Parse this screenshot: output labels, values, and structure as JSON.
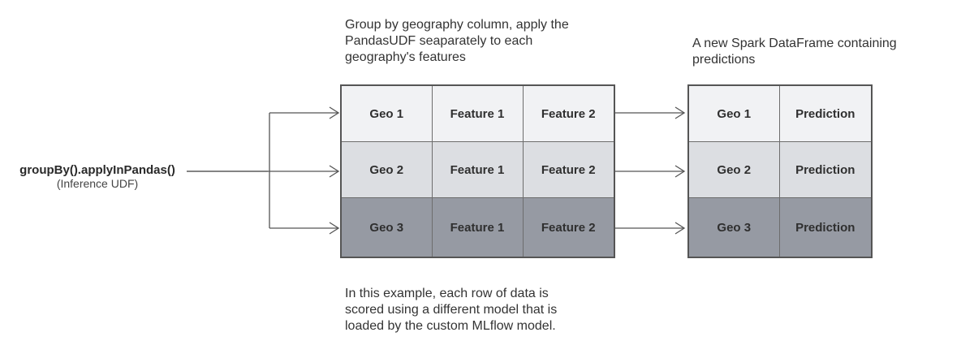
{
  "notes": {
    "top": [
      "Group by geography column, apply the",
      "PandasUDF seaparately to each",
      "geography's features"
    ],
    "output": [
      "A new Spark DataFrame containing",
      "predictions"
    ],
    "bottom": [
      "In this example, each row of data is",
      "scored using a different model that is",
      "loaded by the custom MLflow model."
    ]
  },
  "call": {
    "title": "groupBy().applyInPandas()",
    "subtitle": "(Inference UDF)"
  },
  "input_table": {
    "rows": [
      [
        "Geo 1",
        "Feature 1",
        "Feature 2"
      ],
      [
        "Geo 2",
        "Feature 1",
        "Feature 2"
      ],
      [
        "Geo 3",
        "Feature 1",
        "Feature 2"
      ]
    ]
  },
  "output_table": {
    "rows": [
      [
        "Geo 1",
        "Prediction"
      ],
      [
        "Geo 2",
        "Prediction"
      ],
      [
        "Geo 3",
        "Prediction"
      ]
    ]
  },
  "colors": {
    "row1": "#f1f2f4",
    "row2": "#dcdee2",
    "row3": "#969aa3",
    "line": "#555555"
  }
}
